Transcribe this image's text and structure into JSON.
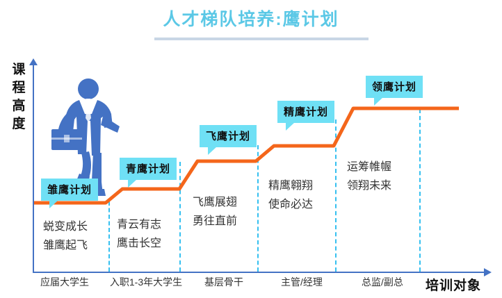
{
  "header": {
    "title": "人才梯队培养:鹰计划",
    "title_color": "#5BC8E6",
    "rule_color": "#c8d6e5"
  },
  "axes": {
    "y_label": "课程高度",
    "y_label_chars": [
      "课",
      "程",
      "高",
      "度"
    ],
    "x_title": "培训对象",
    "axis_color": "#4472C4",
    "divider_color": "#35C0F0"
  },
  "colors": {
    "step_line": "#F4661B",
    "badge_bg": "#6FE0F5",
    "figure": "#4472C4",
    "body_text": "#333333"
  },
  "figure": {
    "name": "businessman-climbing-steps",
    "description": "蓝色商务人士手提公文包向上攀登"
  },
  "stages": [
    {
      "badge": "雏鹰计划",
      "lines": [
        "蜕变成长",
        "雏鹰起飞"
      ],
      "audience": "应届大学生"
    },
    {
      "badge": "青鹰计划",
      "lines": [
        "青云有志",
        "鹰击长空"
      ],
      "audience": "入职1-3年大学生"
    },
    {
      "badge": "飞鹰计划",
      "lines": [
        "飞鹰展翅",
        "勇往直前"
      ],
      "audience": "基层骨干"
    },
    {
      "badge": "精鹰计划",
      "lines": [
        "精鹰翱翔",
        "使命必达"
      ],
      "audience": "主管/经理"
    },
    {
      "badge": "领鹰计划",
      "lines": [
        "运筹帷幄",
        "领翔未来"
      ],
      "audience": "总监/副总"
    }
  ],
  "chart_data": {
    "type": "line",
    "title": "人才梯队培养:鹰计划",
    "xlabel": "培训对象",
    "ylabel": "课程高度",
    "categories": [
      "应届大学生",
      "入职1-3年大学生",
      "基层骨干",
      "主管/经理",
      "总监/副总"
    ],
    "series": [
      {
        "name": "鹰计划",
        "values": [
          1,
          2,
          3,
          4,
          5
        ]
      }
    ],
    "grid": false,
    "legend": "none"
  }
}
